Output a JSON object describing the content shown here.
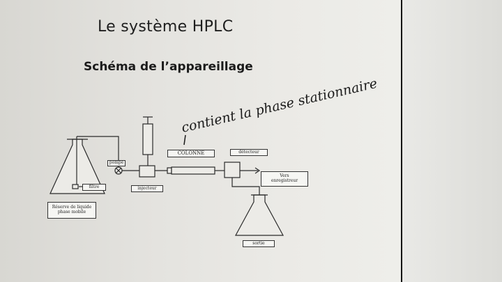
{
  "header": {
    "title": "Le système HPLC",
    "subtitle": "Schéma de l’appareillage"
  },
  "diagram": {
    "labels": {
      "reservoir_line1": "Réserve de liquide",
      "reservoir_line2": "phase mobile",
      "filter": "filtre",
      "pump": "pompe",
      "injector": "injecteur",
      "column": "COLONNE",
      "detector": "détecteur",
      "recorder_line1": "Vers",
      "recorder_line2": "enregistreur",
      "outlet": "sortie"
    }
  },
  "annotation": {
    "text": "contient la phase stationnaire"
  },
  "colors": {
    "ink": "#2a2a2a",
    "handwriting": "#1a1a1a"
  }
}
